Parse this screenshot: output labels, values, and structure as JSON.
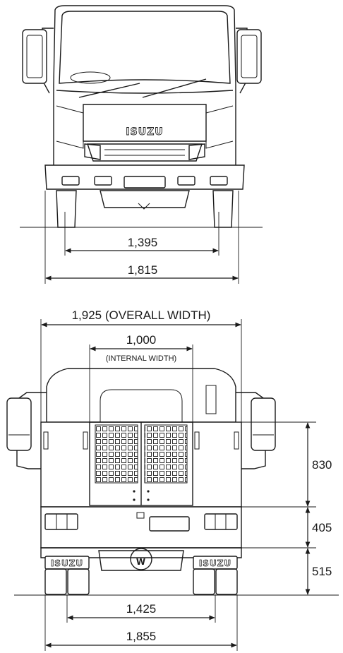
{
  "front_view": {
    "logo": "ISUZU",
    "dims": {
      "track": "1,395",
      "width": "1,815"
    }
  },
  "rear_view": {
    "logo_left": "ISUZU",
    "logo_right": "ISUZU",
    "dims": {
      "overall_width": "1,925 (OVERALL WIDTH)",
      "internal_width_value": "1,000",
      "internal_width_label": "(INTERNAL WIDTH)",
      "body_height": "830",
      "chassis_height": "405",
      "ground_clearance": "515",
      "track": "1,425",
      "width": "1,855"
    }
  },
  "colors": {
    "line": "#1a1a1a",
    "background": "#ffffff"
  }
}
